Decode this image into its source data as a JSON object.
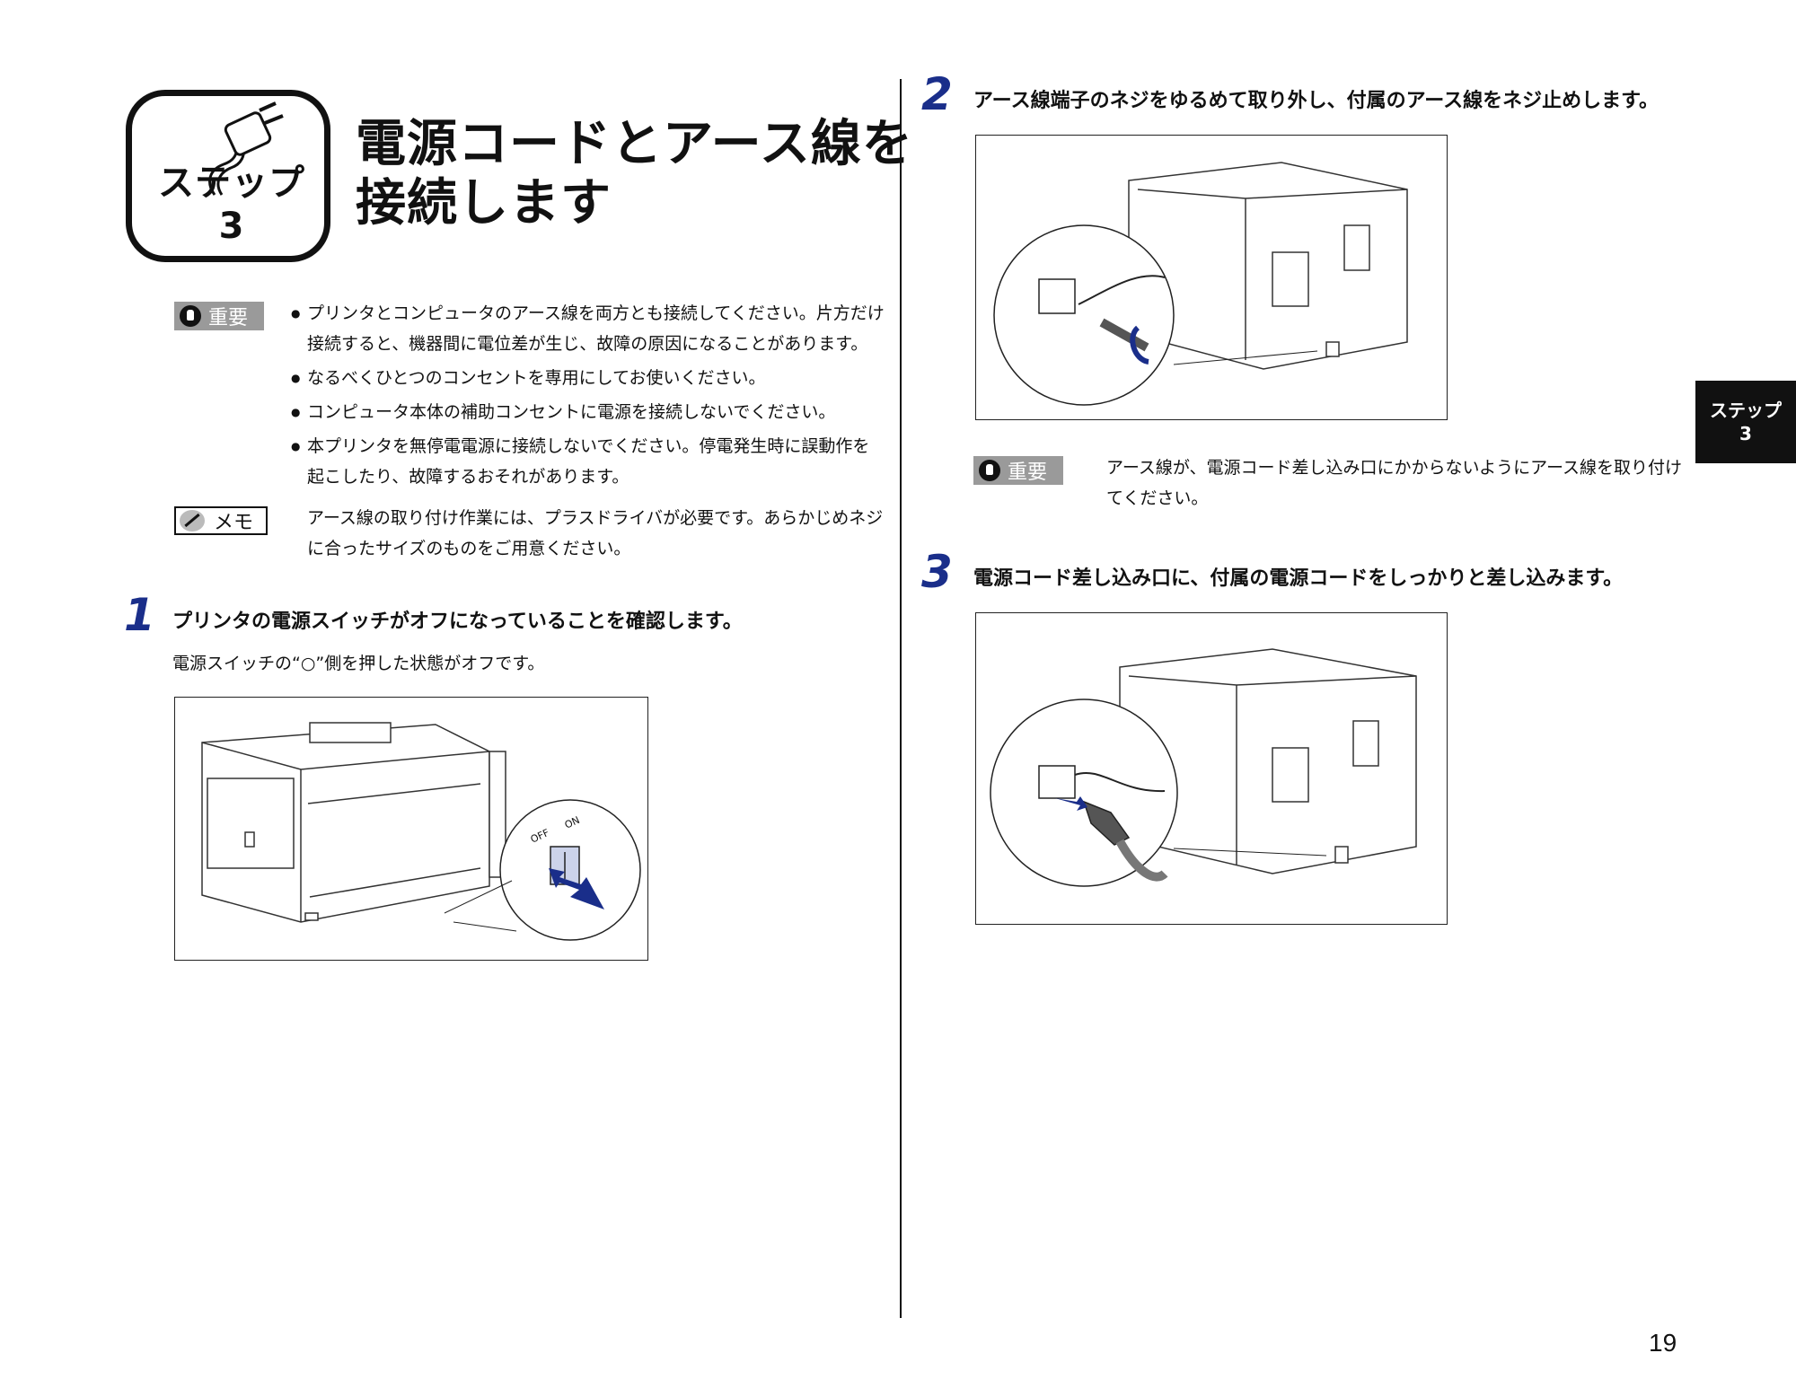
{
  "step_badge": {
    "label": "ステップ 3"
  },
  "title": {
    "line1": "電源コードとアース線を",
    "line2": "接続します"
  },
  "tags": {
    "important": "重要",
    "memo": "メモ"
  },
  "important_notes": [
    "プリンタとコンピュータのアース線を両方とも接続してください。片方だけ接続すると、機器間に電位差が生じ、故障の原因になることがあります。",
    "なるべくひとつのコンセントを専用にしてお使いください。",
    "コンピュータ本体の補助コンセントに電源を接続しないでください。",
    "本プリンタを無停電電源に接続しないでください。停電発生時に誤動作を起こしたり、故障するおそれがあります。"
  ],
  "memo_note": "アース線の取り付け作業には、プラスドライバが必要です。あらかじめネジに合ったサイズのものをご用意ください。",
  "step1": {
    "num": "1",
    "heading": "プリンタの電源スイッチがオフになっていることを確認します。",
    "text": "電源スイッチの“○”側を押した状態がオフです。",
    "switch_labels": {
      "off": "OFF",
      "on": "ON"
    }
  },
  "step2": {
    "num": "2",
    "heading": "アース線端子のネジをゆるめて取り外し、付属のアース線をネジ止めします。",
    "note": "アース線が、電源コード差し込み口にかからないようにアース線を取り付けてください。"
  },
  "step3": {
    "num": "3",
    "heading": "電源コード差し込み口に、付属の電源コードをしっかりと差し込みます。"
  },
  "side_tab": {
    "line1": "ステップ",
    "line2": "3"
  },
  "page_number": "19",
  "colors": {
    "accent": "#1a2e8a",
    "tag_gray": "#9a9a9a",
    "tab_bg": "#111111"
  }
}
